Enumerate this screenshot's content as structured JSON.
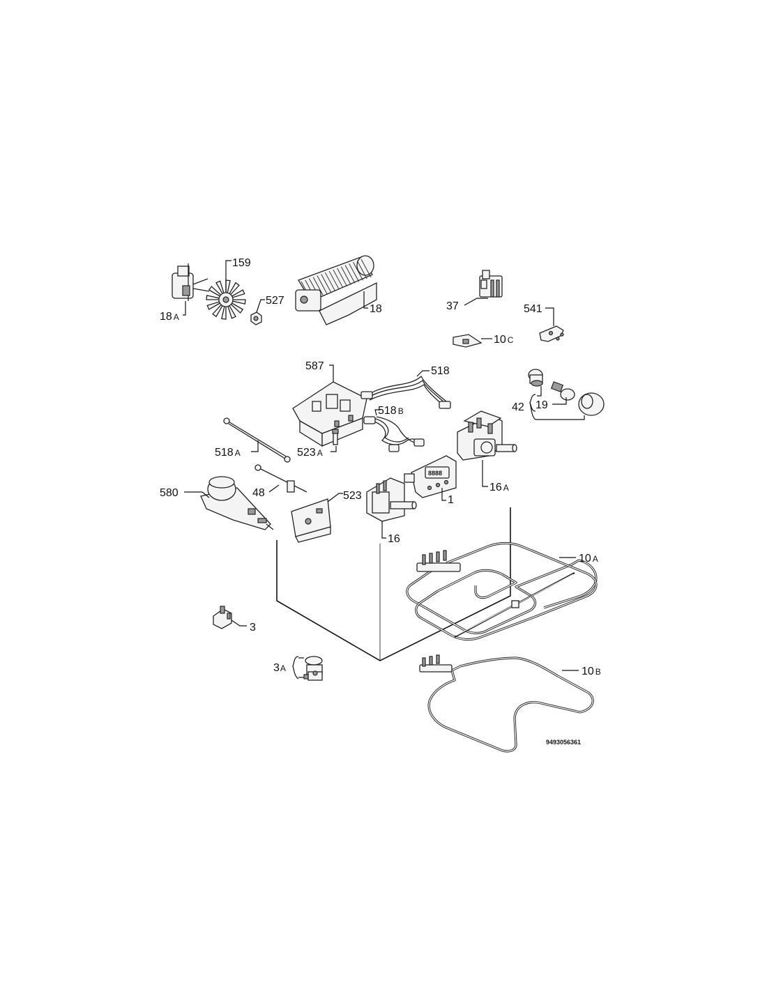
{
  "callouts": {
    "p18a": {
      "num": "18",
      "suffix": "A"
    },
    "p159": {
      "num": "159",
      "suffix": ""
    },
    "p527": {
      "num": "527",
      "suffix": ""
    },
    "p18": {
      "num": "18",
      "suffix": ""
    },
    "p37": {
      "num": "37",
      "suffix": ""
    },
    "p541": {
      "num": "541",
      "suffix": ""
    },
    "p10c": {
      "num": "10",
      "suffix": "C"
    },
    "p587": {
      "num": "587",
      "suffix": ""
    },
    "p518": {
      "num": "518",
      "suffix": ""
    },
    "p518b": {
      "num": "518",
      "suffix": "B"
    },
    "p42": {
      "num": "42",
      "suffix": ""
    },
    "p19": {
      "num": "19",
      "suffix": ""
    },
    "p518a": {
      "num": "518",
      "suffix": "A"
    },
    "p523a": {
      "num": "523",
      "suffix": "A"
    },
    "p16a": {
      "num": "16",
      "suffix": "A"
    },
    "p580": {
      "num": "580",
      "suffix": ""
    },
    "p48": {
      "num": "48",
      "suffix": ""
    },
    "p523": {
      "num": "523",
      "suffix": ""
    },
    "p1": {
      "num": "1",
      "suffix": ""
    },
    "p16": {
      "num": "16",
      "suffix": ""
    },
    "p10a": {
      "num": "10",
      "suffix": "A"
    },
    "p3": {
      "num": "3",
      "suffix": ""
    },
    "p3a": {
      "num": "3",
      "suffix": "A"
    },
    "p10b": {
      "num": "10",
      "suffix": "B"
    }
  },
  "drawing_number": "9493056361",
  "display_text": "8888"
}
